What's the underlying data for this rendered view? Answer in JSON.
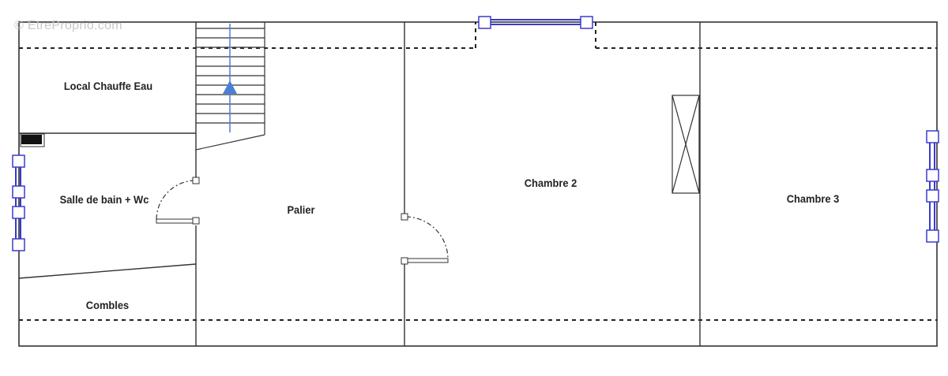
{
  "watermark": "© EtreProprio.com",
  "rooms": {
    "local_chauffe_eau": "Local Chauffe Eau",
    "salle_de_bain": "Salle de bain + Wc",
    "combles": "Combles",
    "palier": "Palier",
    "chambre_2": "Chambre 2",
    "chambre_3": "Chambre 3"
  },
  "colors": {
    "wall": "#333333",
    "window": "#3a3ad0",
    "stair_arrow": "#4a7fd8",
    "dashed_line": "#222222"
  }
}
